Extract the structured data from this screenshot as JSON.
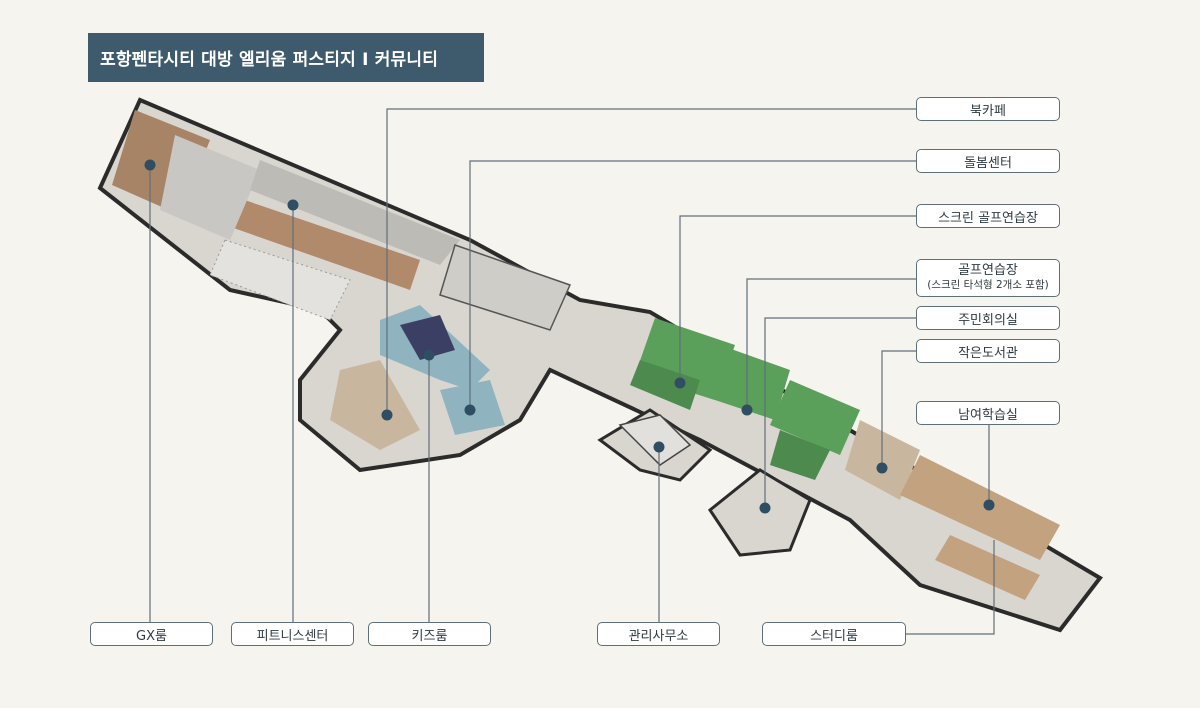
{
  "title": "포항펜타시티 대방 엘리움 퍼스티지 Ⅰ  커뮤니티",
  "labels": {
    "book_cafe": "북카페",
    "care_center": "돌봄센터",
    "screen_golf": "스크린 골프연습장",
    "golf_range": "골프연습장",
    "golf_range_sub": "(스크린 타석형 2개소 포함)",
    "resident_meeting": "주민회의실",
    "small_library": "작은도서관",
    "study_hall": "남여학습실",
    "gx_room": "GX룸",
    "fitness_center": "피트니스센터",
    "kids_room": "키즈룸",
    "management_office": "관리사무소",
    "study_room": "스터디룸"
  },
  "colors": {
    "title_bg": "#3e5a6d",
    "background": "#f6f4ef",
    "dot": "#2f4d63",
    "lawn": "#5aa05a",
    "floor_wood": "#b08a6a"
  }
}
